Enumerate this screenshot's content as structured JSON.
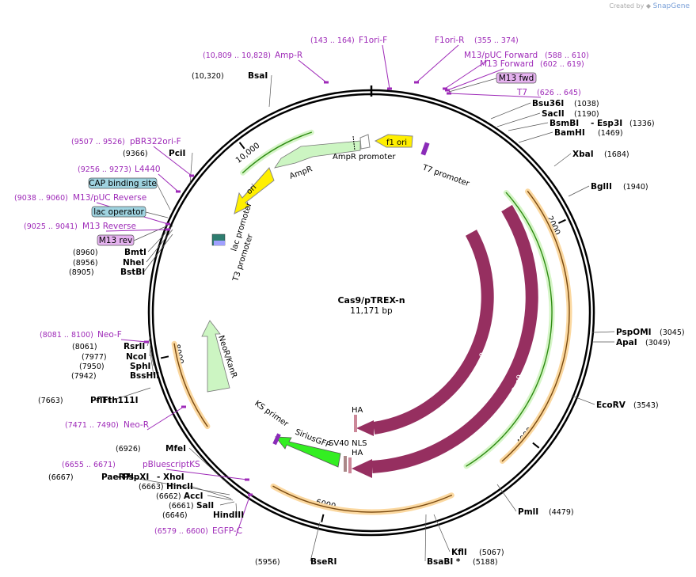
{
  "credit": {
    "prefix": "Created by",
    "brand": "SnapGene"
  },
  "plasmid": {
    "name": "Cas9/pTREX-n",
    "size_label": "11,171 bp",
    "length": 11171
  },
  "ticks": [
    {
      "pos": 2000,
      "label": "2000"
    },
    {
      "pos": 4000,
      "label": "4000"
    },
    {
      "pos": 6000,
      "label": "6000"
    },
    {
      "pos": 8000,
      "label": "8000"
    },
    {
      "pos": 10000,
      "label": "10,000"
    }
  ],
  "enzymes_right": [
    {
      "name": "Bsu36I",
      "pos": "(1038)"
    },
    {
      "name": "SacII",
      "pos": "(1190)"
    },
    {
      "name": "BsmBI",
      "name2": "- Esp3I",
      "pos": "(1336)"
    },
    {
      "name": "BamHI",
      "pos": "(1469)"
    },
    {
      "name": "XbaI",
      "pos": "(1684)"
    },
    {
      "name": "BglII",
      "pos": "(1940)"
    },
    {
      "name": "PspOMI",
      "pos": "(3045)"
    },
    {
      "name": "ApaI",
      "pos": "(3049)"
    },
    {
      "name": "EcoRV",
      "pos": "(3543)"
    },
    {
      "name": "PmlI",
      "pos": "(4479)"
    },
    {
      "name": "KflI",
      "pos": "(5067)"
    },
    {
      "name": "BsaBI *",
      "pos": "(5188)"
    }
  ],
  "enzymes_left": [
    {
      "name": "BsaI",
      "pos": "(10,320)"
    },
    {
      "name": "PciI",
      "pos": "(9366)"
    },
    {
      "name": "BmtI",
      "pos": "(8960)"
    },
    {
      "name": "NheI",
      "pos": "(8956)"
    },
    {
      "name": "BstBI",
      "pos": "(8905)"
    },
    {
      "name": "RsrII",
      "pos": "(8061)"
    },
    {
      "name": "NcoI",
      "pos": "(7977)"
    },
    {
      "name": "SphI",
      "pos": "(7950)"
    },
    {
      "name": "BssHII",
      "pos": "(7942)"
    },
    {
      "name": "PflFI",
      "name2": "- Tth111I",
      "pos": "(7663)"
    },
    {
      "name": "MfeI",
      "pos": "(6926)"
    },
    {
      "name": "PaeR7I",
      "name2": "- PspXI",
      "name3": "- XhoI",
      "pos": "(6667)"
    },
    {
      "name": "HincII",
      "pos": "(6663)"
    },
    {
      "name": "AccI",
      "pos": "(6662)"
    },
    {
      "name": "SalI",
      "pos": "(6661)"
    },
    {
      "name": "HindIII",
      "pos": "(6646)"
    },
    {
      "name": "BseRI",
      "pos": "(5956)"
    }
  ],
  "primers": [
    {
      "name": "F1ori-F",
      "pos": "(143 .. 164)"
    },
    {
      "name": "Amp-R",
      "pos": "(10,809 .. 10,828)"
    },
    {
      "name": "F1ori-R",
      "pos": "(355 .. 374)"
    },
    {
      "name": "M13/pUC Forward",
      "pos": "(588 .. 610)"
    },
    {
      "name": "M13 Forward",
      "pos": "(602 .. 619)"
    },
    {
      "name": "T7",
      "pos": "(626 .. 645)"
    },
    {
      "name": "pBR322ori-F",
      "pos": "(9507 .. 9526)"
    },
    {
      "name": "L4440",
      "pos": "(9256 .. 9273)"
    },
    {
      "name": "M13/pUC Reverse",
      "pos": "(9038 .. 9060)"
    },
    {
      "name": "M13 Reverse",
      "pos": "(9025 .. 9041)"
    },
    {
      "name": "Neo-F",
      "pos": "(8081 .. 8100)"
    },
    {
      "name": "Neo-R",
      "pos": "(7471 .. 7490)"
    },
    {
      "name": "pBluescriptKS",
      "pos": "(6655 .. 6671)"
    },
    {
      "name": "EGFP-C",
      "pos": "(6579 .. 6600)"
    }
  ],
  "boxes": [
    {
      "name": "M13 fwd",
      "color": "#e6b3f0"
    },
    {
      "name": "CAP binding site",
      "color": "#9fd3e0"
    },
    {
      "name": "lac operator",
      "color": "#9fd3e0"
    },
    {
      "name": "M13 rev",
      "color": "#e6b3f0"
    }
  ],
  "features": [
    {
      "name": "f1 ori"
    },
    {
      "name": "AmpR promoter"
    },
    {
      "name": "AmpR"
    },
    {
      "name": "ori"
    },
    {
      "name": "lac promoter"
    },
    {
      "name": "T3 promoter"
    },
    {
      "name": "T7 promoter"
    },
    {
      "name": "Cas9"
    },
    {
      "name": "Cas9"
    },
    {
      "name": "NeoR/KanR"
    },
    {
      "name": "KS primer"
    },
    {
      "name": "SiriusGFP"
    },
    {
      "name": "SV40 NLS"
    },
    {
      "name": "HA"
    },
    {
      "name": "HA"
    }
  ],
  "colors": {
    "cas9": "#962f60",
    "ampr": "#ccf5c2",
    "ori": "#ffef00",
    "neo": "#ccf5c2",
    "gfp": "#33ee22",
    "primer": "#9e2ab8",
    "orange": "#f0a63a",
    "green": "#2e8c12"
  }
}
